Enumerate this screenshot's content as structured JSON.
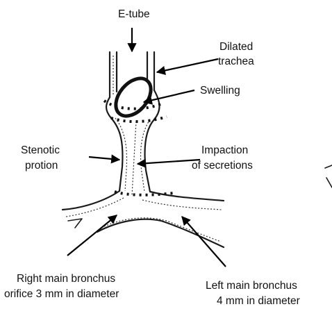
{
  "labels": {
    "etube": "E-tube",
    "dilated_1": "Dilated",
    "dilated_2": "trachea",
    "swelling": "Swelling",
    "stenotic_1": "Stenotic",
    "stenotic_2": "protion",
    "impaction_1": "Impaction",
    "impaction_2": "of secretions",
    "right_1": "Right main bronchus",
    "right_2": "orifice 3 mm in diameter",
    "left_1": "Left main bronchus",
    "left_2": "4 mm in diameter"
  },
  "colors": {
    "ink": "#111111",
    "background": "#ffffff"
  }
}
